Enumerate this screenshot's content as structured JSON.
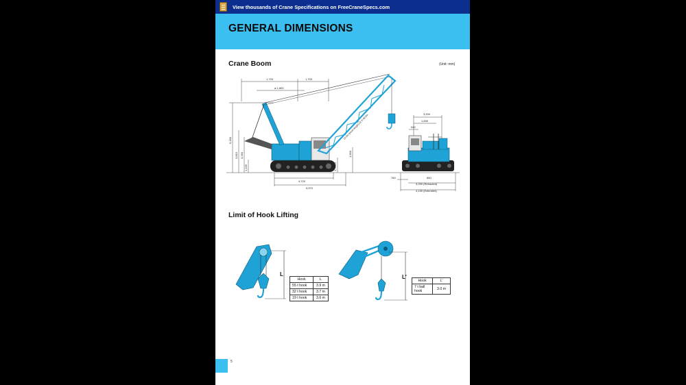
{
  "banner": {
    "icon": "book-icon",
    "link_text": "View thousands of Crane Specifications on FreeCraneSpecs.com"
  },
  "header": {
    "title": "GENERAL DIMENSIONS"
  },
  "crane_boom": {
    "title": "Crane Boom",
    "unit_note": "(Unit: mm)",
    "side_dims": {
      "top_left": "1,733",
      "top_right": "1,700",
      "mid": "ø 1,800",
      "v_left_outer": "6,180",
      "v_left_mid": "3,815",
      "v_left_inner": "3,260",
      "v_left_low": "1,195",
      "v_right_a": "1,500",
      "v_right_b": "1,700.5",
      "boom_note": "12.3m (boom length) 12.3~60.9m",
      "bottom_inner": "4,720",
      "bottom_outer": "5,570"
    },
    "front_dims": {
      "top": "3,200",
      "mid": "1,690",
      "small": "940",
      "left": "760",
      "low": "860",
      "retracted": "3,290 (Retracted)",
      "extended": "4,130 (Extended)"
    }
  },
  "hook_lifting": {
    "title": "Limit of Hook Lifting",
    "left_label": "L",
    "right_label": "L'",
    "table1": {
      "headers": [
        "Hook",
        "L"
      ],
      "rows": [
        [
          "55 t hook",
          "3.9 m"
        ],
        [
          "32 t hook",
          "3.7 m"
        ],
        [
          "19 t hook",
          "3.6 m"
        ]
      ]
    },
    "table2": {
      "headers": [
        "Hook",
        "L'"
      ],
      "rows": [
        [
          "7 t ball hook",
          "3.0 m"
        ]
      ]
    }
  },
  "page_number": "5",
  "colors": {
    "banner": "#0c2f8f",
    "accent": "#3bbef0",
    "crane_blue": "#1fa3d6"
  }
}
